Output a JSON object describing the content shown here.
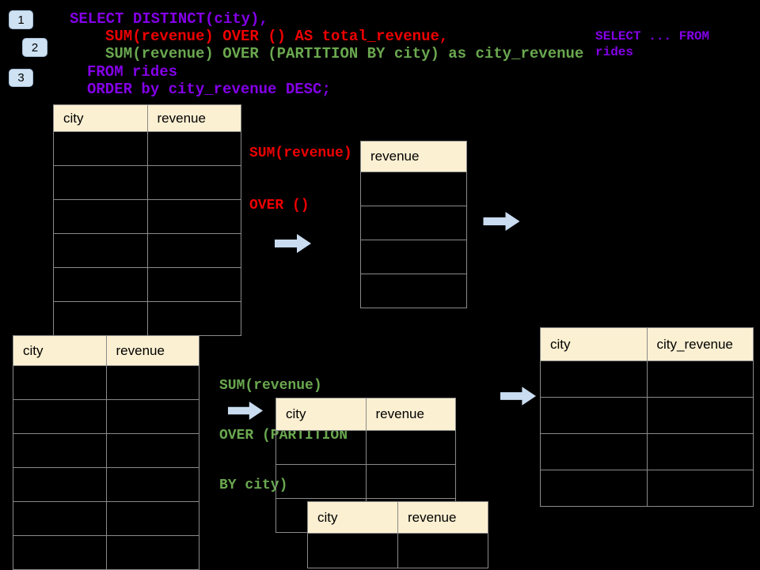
{
  "badges": [
    {
      "label": "1"
    },
    {
      "label": "2"
    },
    {
      "label": "3"
    }
  ],
  "code": {
    "line1": "SELECT DISTINCT(city),",
    "line2": "SUM(revenue) OVER () AS total_revenue,",
    "line3": "SUM(revenue) OVER (PARTITION BY city) as city_revenue",
    "line4": "FROM rides",
    "line5": "ORDER by city_revenue DESC;"
  },
  "side_note": {
    "line1": "SELECT ... FROM",
    "line2": "rides"
  },
  "annotations": {
    "total_note": {
      "line1": "SUM(revenue)",
      "line2": "OVER ()"
    },
    "partition_note": {
      "line1": "SUM(revenue)",
      "line2": "OVER (PARTITION",
      "line3": "BY city)"
    }
  },
  "tables": {
    "source_top": {
      "headers": [
        "city",
        "revenue"
      ],
      "empty_rows": 6
    },
    "total_result": {
      "headers": [
        "revenue"
      ],
      "empty_rows": 4
    },
    "source_bottom": {
      "headers": [
        "city",
        "revenue"
      ],
      "empty_rows": 6
    },
    "partition_group_a": {
      "headers": [
        "city",
        "revenue"
      ],
      "empty_rows": 3
    },
    "partition_group_b": {
      "headers": [
        "city",
        "revenue"
      ],
      "empty_rows": 1
    },
    "city_result": {
      "headers": [
        "city",
        "city_revenue"
      ],
      "empty_rows": 4
    }
  },
  "icons": {
    "flow_arrow": "arrow-right"
  },
  "colors": {
    "background": "#000000",
    "code_purple": "#8400E8",
    "code_red": "#EE0000",
    "code_green": "#6AA84F",
    "table_header_bg": "#FCF0D2",
    "table_border": "#8A8A8A",
    "arrow_fill": "#C9DCF0",
    "badge_bg": "#CFE2F3"
  }
}
